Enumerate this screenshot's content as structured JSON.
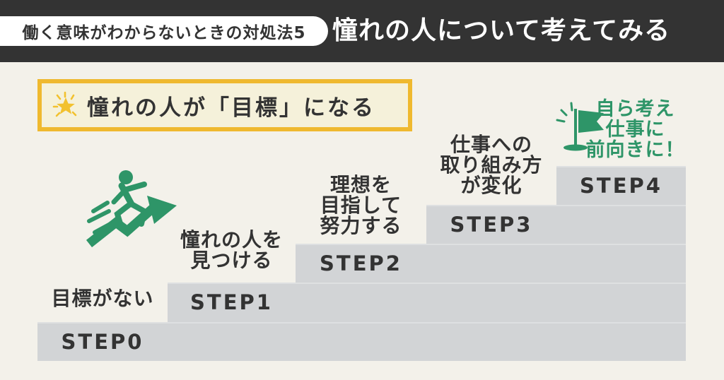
{
  "header": {
    "badge": "働く意味がわからないときの対処法5",
    "title": "憧れの人について考えてみる"
  },
  "highlight": {
    "text": "憧れの人が「目標」になる"
  },
  "steps": [
    {
      "label": "STEP0",
      "caption_lines": [
        "目標がない"
      ]
    },
    {
      "label": "STEP1",
      "caption_lines": [
        "憧れの人を",
        "見つける"
      ]
    },
    {
      "label": "STEP2",
      "caption_lines": [
        "理想を",
        "目指して",
        "努力する"
      ]
    },
    {
      "label": "STEP3",
      "caption_lines": [
        "仕事への",
        "取り組み方",
        "が変化"
      ]
    },
    {
      "label": "STEP4",
      "caption_lines": [
        "自ら考え",
        "仕事に",
        "前向きに！"
      ]
    }
  ],
  "icons": {
    "star": "glowing-star-icon",
    "runner": "runner-growth-arrow-icon",
    "flag": "goal-flag-icon"
  },
  "colors": {
    "background": "#f3f1ea",
    "header_bg": "#333333",
    "text_dark": "#333333",
    "step_gray": "#d2d4d6",
    "step_seam": "#dee0e1",
    "accent_green": "#2e9568",
    "box_border_yellow": "#efb92f",
    "box_fill": "#f5f1da",
    "star_gold": "#f2c12e"
  }
}
